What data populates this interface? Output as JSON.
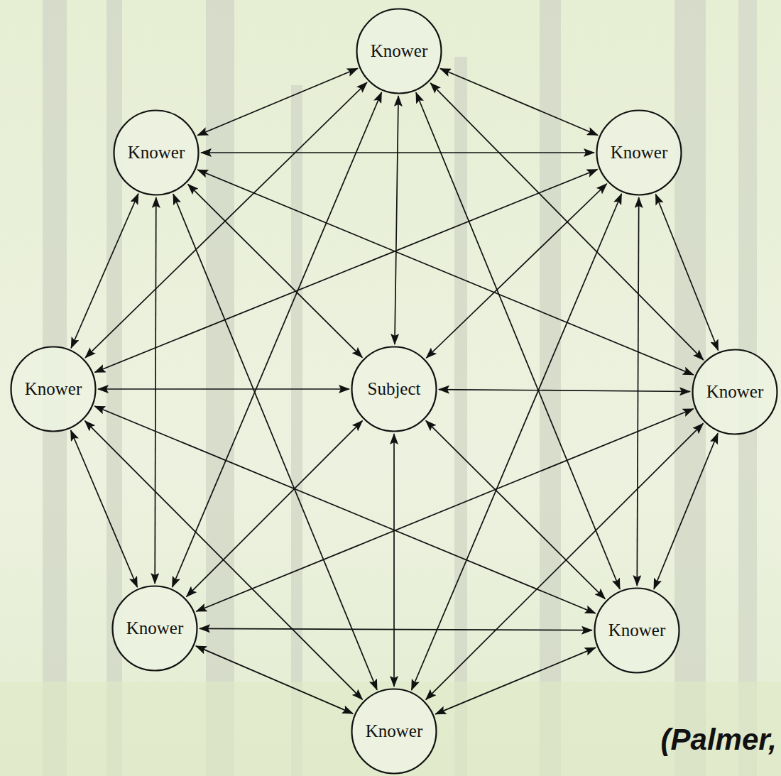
{
  "diagram": {
    "nodes": [
      {
        "text": [
          "Knower"
        ]
      },
      {
        "text": [
          "Knower"
        ]
      },
      {
        "text": [
          "Knower"
        ]
      },
      {
        "text": [
          "Knower"
        ]
      },
      {
        "text": [
          "Subject"
        ]
      },
      {
        "text": [
          "Knower"
        ]
      },
      {
        "text": [
          "Knower"
        ]
      },
      {
        "text": [
          "Knower"
        ]
      },
      {
        "text": [
          "Knower"
        ]
      }
    ],
    "edges": [
      {
        "from": 0,
        "to": 1,
        "arrow": "both"
      },
      {
        "from": 0,
        "to": 2,
        "arrow": "both"
      },
      {
        "from": 0,
        "to": 3,
        "arrow": "both"
      },
      {
        "from": 0,
        "to": 4,
        "arrow": "both"
      },
      {
        "from": 0,
        "to": 5,
        "arrow": "both"
      },
      {
        "from": 0,
        "to": 6,
        "arrow": "both"
      },
      {
        "from": 0,
        "to": 7,
        "arrow": "both"
      },
      {
        "from": 1,
        "to": 2,
        "arrow": "both"
      },
      {
        "from": 1,
        "to": 3,
        "arrow": "both"
      },
      {
        "from": 1,
        "to": 4,
        "arrow": "both"
      },
      {
        "from": 1,
        "to": 5,
        "arrow": "both"
      },
      {
        "from": 1,
        "to": 6,
        "arrow": "both"
      },
      {
        "from": 1,
        "to": 8,
        "arrow": "both"
      },
      {
        "from": 2,
        "to": 3,
        "arrow": "both"
      },
      {
        "from": 2,
        "to": 4,
        "arrow": "both"
      },
      {
        "from": 2,
        "to": 5,
        "arrow": "both"
      },
      {
        "from": 2,
        "to": 7,
        "arrow": "both"
      },
      {
        "from": 2,
        "to": 8,
        "arrow": "both"
      },
      {
        "from": 3,
        "to": 4,
        "arrow": "both"
      },
      {
        "from": 3,
        "to": 6,
        "arrow": "both"
      },
      {
        "from": 3,
        "to": 7,
        "arrow": "both"
      },
      {
        "from": 3,
        "to": 8,
        "arrow": "both"
      },
      {
        "from": 4,
        "to": 5,
        "arrow": "both"
      },
      {
        "from": 4,
        "to": 6,
        "arrow": "both"
      },
      {
        "from": 4,
        "to": 7,
        "arrow": "both"
      },
      {
        "from": 4,
        "to": 8,
        "arrow": "both"
      },
      {
        "from": 5,
        "to": 6,
        "arrow": "both"
      },
      {
        "from": 5,
        "to": 7,
        "arrow": "both"
      },
      {
        "from": 5,
        "to": 8,
        "arrow": "both"
      },
      {
        "from": 6,
        "to": 7,
        "arrow": "both"
      },
      {
        "from": 6,
        "to": 8,
        "arrow": "both"
      },
      {
        "from": 7,
        "to": 8,
        "arrow": "both"
      }
    ],
    "labels": [
      "(Palmer,"
    ]
  }
}
